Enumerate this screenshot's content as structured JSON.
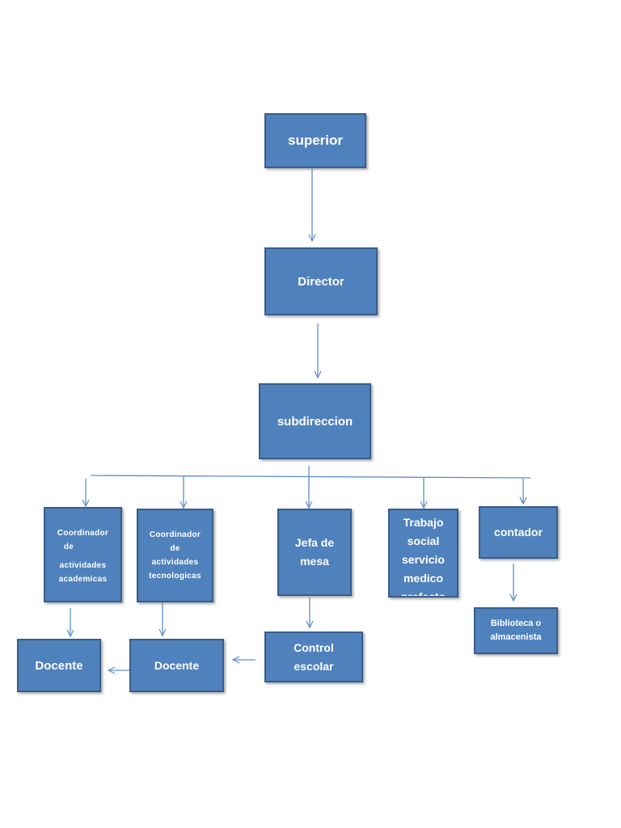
{
  "colors": {
    "box_fill": "#4f81bd",
    "box_border": "#385d8a",
    "text": "#ffffff",
    "connector": "#5b8ec9"
  },
  "nodes": {
    "superior": "superior",
    "director": "Director",
    "subdireccion": "subdireccion",
    "coord_academicas": [
      "Coordinador",
      "de",
      "actividades",
      "academicas"
    ],
    "coord_tecnologicas": [
      "Coordinador",
      "de",
      "actividades",
      "tecnologicas"
    ],
    "jefa_de_mesa": [
      "Jefa de",
      "mesa"
    ],
    "trabajo_social": [
      "Trabajo",
      "social",
      "servicio",
      "medico",
      "prefecto"
    ],
    "contador": "contador",
    "biblioteca": [
      "Biblioteca o",
      "almacenista"
    ],
    "control_escolar": [
      "Control",
      "escolar"
    ],
    "docente_1": "Docente",
    "docente_2": "Docente"
  }
}
